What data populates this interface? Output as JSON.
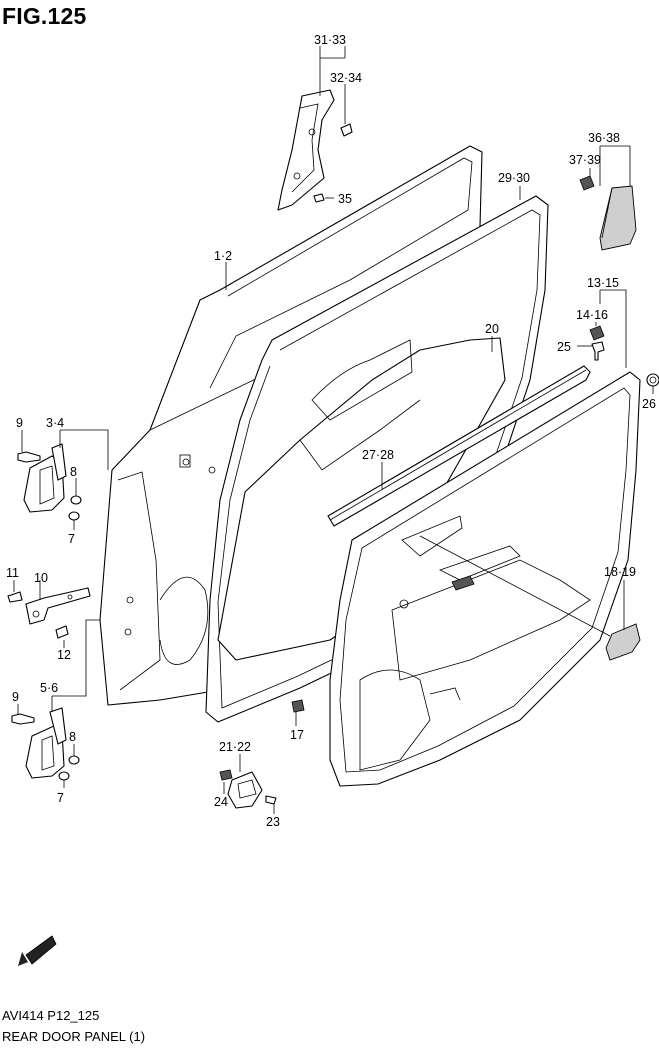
{
  "figure": {
    "title": "FIG.125",
    "model_code": "AVI414 P12_125",
    "page_name": "REAR DOOR PANEL (1)",
    "fwd_label": "FWD"
  },
  "callouts": [
    {
      "id": "c-31-33",
      "text": "31·33"
    },
    {
      "id": "c-32-34",
      "text": "32·34"
    },
    {
      "id": "c-35",
      "text": "35"
    },
    {
      "id": "c-36-38",
      "text": "36·38"
    },
    {
      "id": "c-37-39",
      "text": "37·39"
    },
    {
      "id": "c-29-30",
      "text": "29·30"
    },
    {
      "id": "c-1-2",
      "text": "1·2"
    },
    {
      "id": "c-13-15",
      "text": "13·15"
    },
    {
      "id": "c-14-16",
      "text": "14·16"
    },
    {
      "id": "c-25",
      "text": "25"
    },
    {
      "id": "c-20",
      "text": "20"
    },
    {
      "id": "c-26",
      "text": "26"
    },
    {
      "id": "c-27-28",
      "text": "27·28"
    },
    {
      "id": "c-3-4",
      "text": "3·4"
    },
    {
      "id": "c-9a",
      "text": "9"
    },
    {
      "id": "c-8a",
      "text": "8"
    },
    {
      "id": "c-7a",
      "text": "7"
    },
    {
      "id": "c-11",
      "text": "11"
    },
    {
      "id": "c-10",
      "text": "10"
    },
    {
      "id": "c-12",
      "text": "12"
    },
    {
      "id": "c-18-19",
      "text": "18·19"
    },
    {
      "id": "c-9b",
      "text": "9"
    },
    {
      "id": "c-5-6",
      "text": "5·6"
    },
    {
      "id": "c-8b",
      "text": "8"
    },
    {
      "id": "c-7b",
      "text": "7"
    },
    {
      "id": "c-17",
      "text": "17"
    },
    {
      "id": "c-21-22",
      "text": "21·22"
    },
    {
      "id": "c-24",
      "text": "24"
    },
    {
      "id": "c-23",
      "text": "23"
    }
  ]
}
